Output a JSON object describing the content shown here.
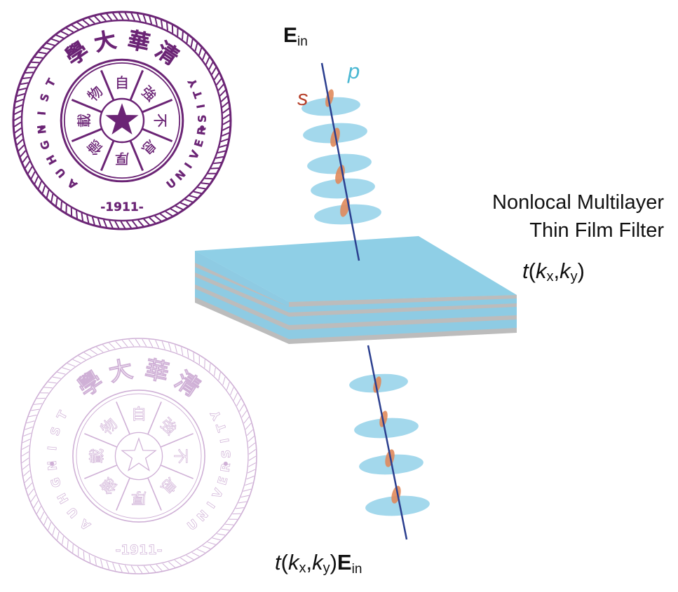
{
  "figure": {
    "input_field": {
      "symbol": "E",
      "subscript": "in"
    },
    "polarizations": {
      "s": "s",
      "p": "p"
    },
    "filter_title": [
      "Nonlocal Multilayer",
      "Thin Film Filter"
    ],
    "transfer_function": {
      "func": "t",
      "open": "(",
      "kx": "k",
      "kx_sub": "x",
      "comma": ",",
      "ky": "k",
      "ky_sub": "y",
      "close": ")"
    },
    "output_field": {
      "func": "t",
      "open": "(",
      "kx": "k",
      "kx_sub": "x",
      "comma": ",",
      "ky": "k",
      "ky_sub": "y",
      "close": ")",
      "symbol": "E",
      "subscript": "in"
    }
  },
  "seals": {
    "top": {
      "top_text": "清華大學",
      "left_text": "TSINGHUA",
      "right_text": "UNIVERSITY",
      "year": "-1911-",
      "motto": [
        "自",
        "強",
        "不",
        "息",
        "厚",
        "德",
        "載",
        "物"
      ]
    },
    "bottom_watermark": {
      "top_text": "清華大學",
      "left_text": "TSINGHUA",
      "right_text": "UNIVERSITY",
      "year": "-1911-",
      "motto": [
        "自",
        "強",
        "不",
        "息",
        "厚",
        "德",
        "載",
        "物"
      ]
    }
  },
  "colors": {
    "seal_purple": "#6b2475",
    "watermark_purple": "#cfb0d6",
    "wave_p": "#8fd0ea",
    "wave_s": "#e08a5c",
    "axis": "#2b3f8f",
    "layer_blue": "#8ecbe3",
    "layer_gray": "#bcbcbc"
  }
}
